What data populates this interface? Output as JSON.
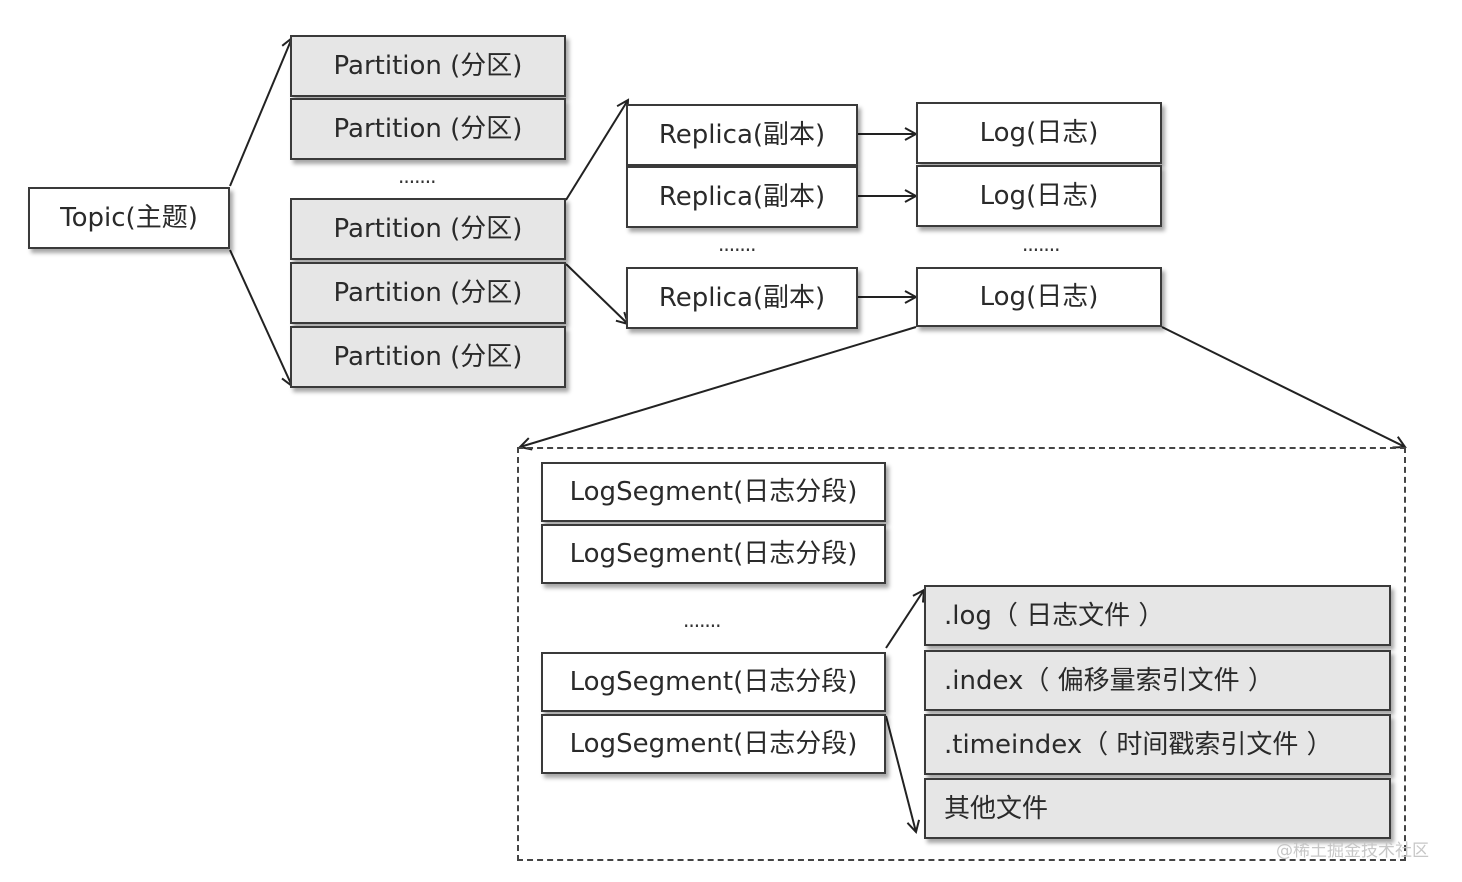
{
  "topic": {
    "label": "Topic(主题)"
  },
  "partitions": [
    {
      "label": "Partition (分区)"
    },
    {
      "label": "Partition (分区)"
    },
    {
      "label": "Partition (分区)"
    },
    {
      "label": "Partition (分区)"
    },
    {
      "label": "Partition (分区)"
    }
  ],
  "replicas": [
    {
      "label": "Replica(副本)"
    },
    {
      "label": "Replica(副本)"
    },
    {
      "label": "Replica(副本)"
    }
  ],
  "logs": [
    {
      "label": "Log(日志)"
    },
    {
      "label": "Log(日志)"
    },
    {
      "label": "Log(日志)"
    }
  ],
  "segments": [
    {
      "label": "LogSegment(日志分段)"
    },
    {
      "label": "LogSegment(日志分段)"
    },
    {
      "label": "LogSegment(日志分段)"
    },
    {
      "label": "LogSegment(日志分段)"
    }
  ],
  "files": [
    {
      "label": ".log（ 日志文件 ）"
    },
    {
      "label": ".index（ 偏移量索引文件 ）"
    },
    {
      "label": ".timeindex（ 时间戳索引文件 ）"
    },
    {
      "label": "其他文件"
    }
  ],
  "ellipsis": "·······",
  "watermark": "@稀土掘金技术社区"
}
